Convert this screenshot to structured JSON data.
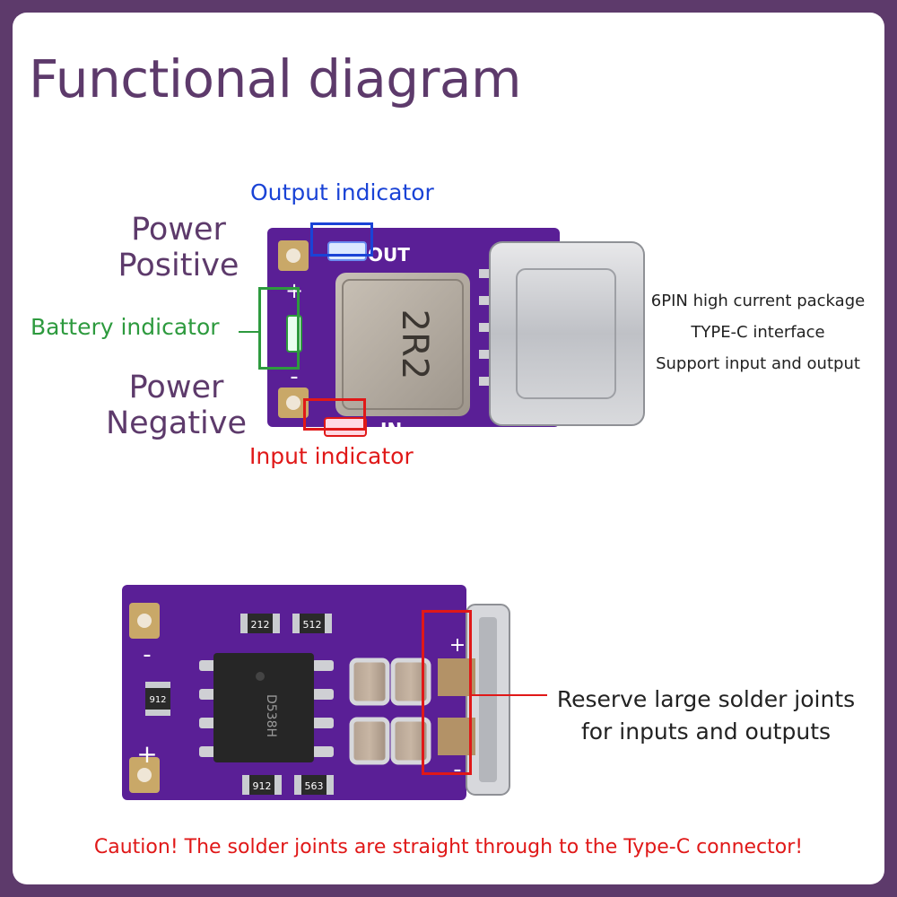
{
  "title": "Functional diagram",
  "top_labels": {
    "output_indicator": "Output indicator",
    "power_positive_line1": "Power",
    "power_positive_line2": "Positive",
    "battery_indicator": "Battery indicator",
    "power_negative_line1": "Power",
    "power_negative_line2": "Negative",
    "input_indicator": "Input indicator"
  },
  "features": [
    "6PIN high current package",
    "TYPE-C interface",
    "Support input and output"
  ],
  "board_top": {
    "out_label": "OUT",
    "in_label": "IN",
    "inductor_label": "2R2",
    "plus": "+",
    "minus": "-"
  },
  "board_bottom": {
    "chip_label": "D538H",
    "r1": "212",
    "r2": "512",
    "r3": "912",
    "r4": "912",
    "r5": "563",
    "plus": "+",
    "minus": "-"
  },
  "reserve_line1": "Reserve large solder joints",
  "reserve_line2": "for inputs and outputs",
  "caution": "Caution! The solder joints are straight through to the Type-C connector!",
  "colors": {
    "brand_purple": "#5d3a6b",
    "pcb_purple": "#5a1f96",
    "output_blue": "#1a43d6",
    "battery_green": "#2d9a3e",
    "alert_red": "#e01818"
  }
}
